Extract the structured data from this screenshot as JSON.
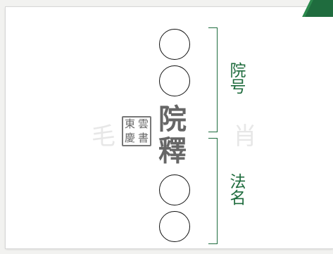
{
  "watermark": {
    "left_text": "毛",
    "right_text": "肖"
  },
  "seal": {
    "chars": [
      "東",
      "雲",
      "慶",
      "書"
    ]
  },
  "kaimyo": {
    "char1": "院",
    "char2": "釋"
  },
  "labels": {
    "top_bracket_label": "院号",
    "bottom_bracket_label": "法名"
  },
  "colors": {
    "accent": "#1f6c3e",
    "accent_light": "#2c8a4d",
    "circle_stroke": "#111111",
    "kaimyo_text": "#666666",
    "paper": "#ffffff"
  }
}
